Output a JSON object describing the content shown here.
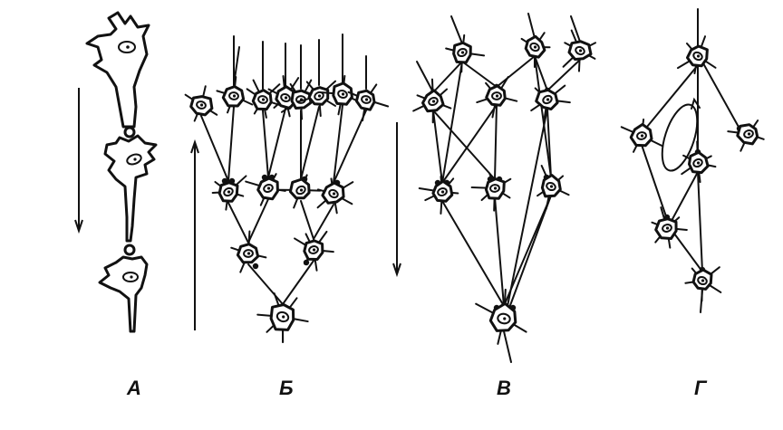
{
  "panels": {
    "a": {
      "label": "А"
    },
    "b": {
      "label": "Б"
    },
    "v": {
      "label": "В"
    },
    "g": {
      "label": "Г"
    }
  }
}
